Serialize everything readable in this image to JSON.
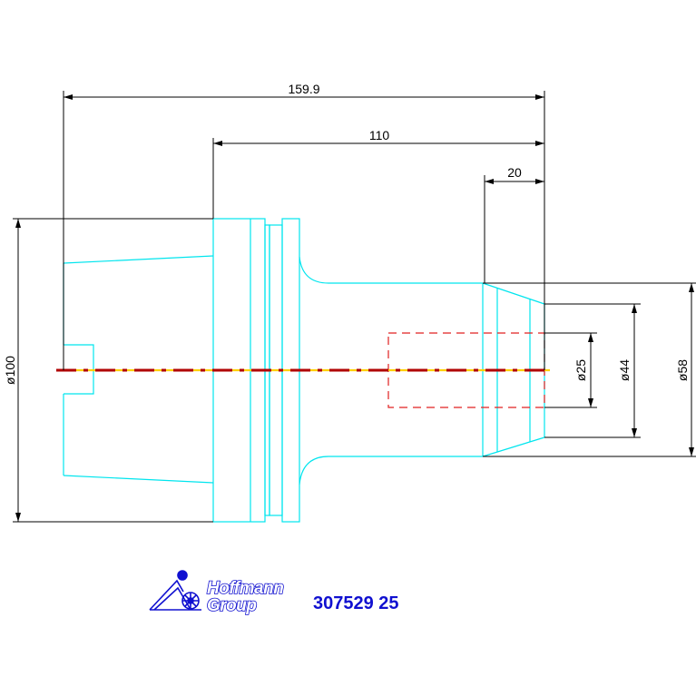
{
  "drawing": {
    "dimensions": {
      "overall_length": "159.9",
      "shank_length": "110",
      "tip_length": "20",
      "dia_head": "ø100",
      "dia_bore": "ø25",
      "dia_tip": "ø44",
      "dia_neck": "ø58"
    },
    "title_block": {
      "logo_line1": "Hoffmann",
      "logo_line2": "Group",
      "part_number": "307529 25"
    },
    "colors": {
      "outline": "#00e5ee",
      "dimension": "#000000",
      "hidden": "#e02020",
      "centerline": "#ffd000",
      "logo": "#1010d0"
    }
  }
}
